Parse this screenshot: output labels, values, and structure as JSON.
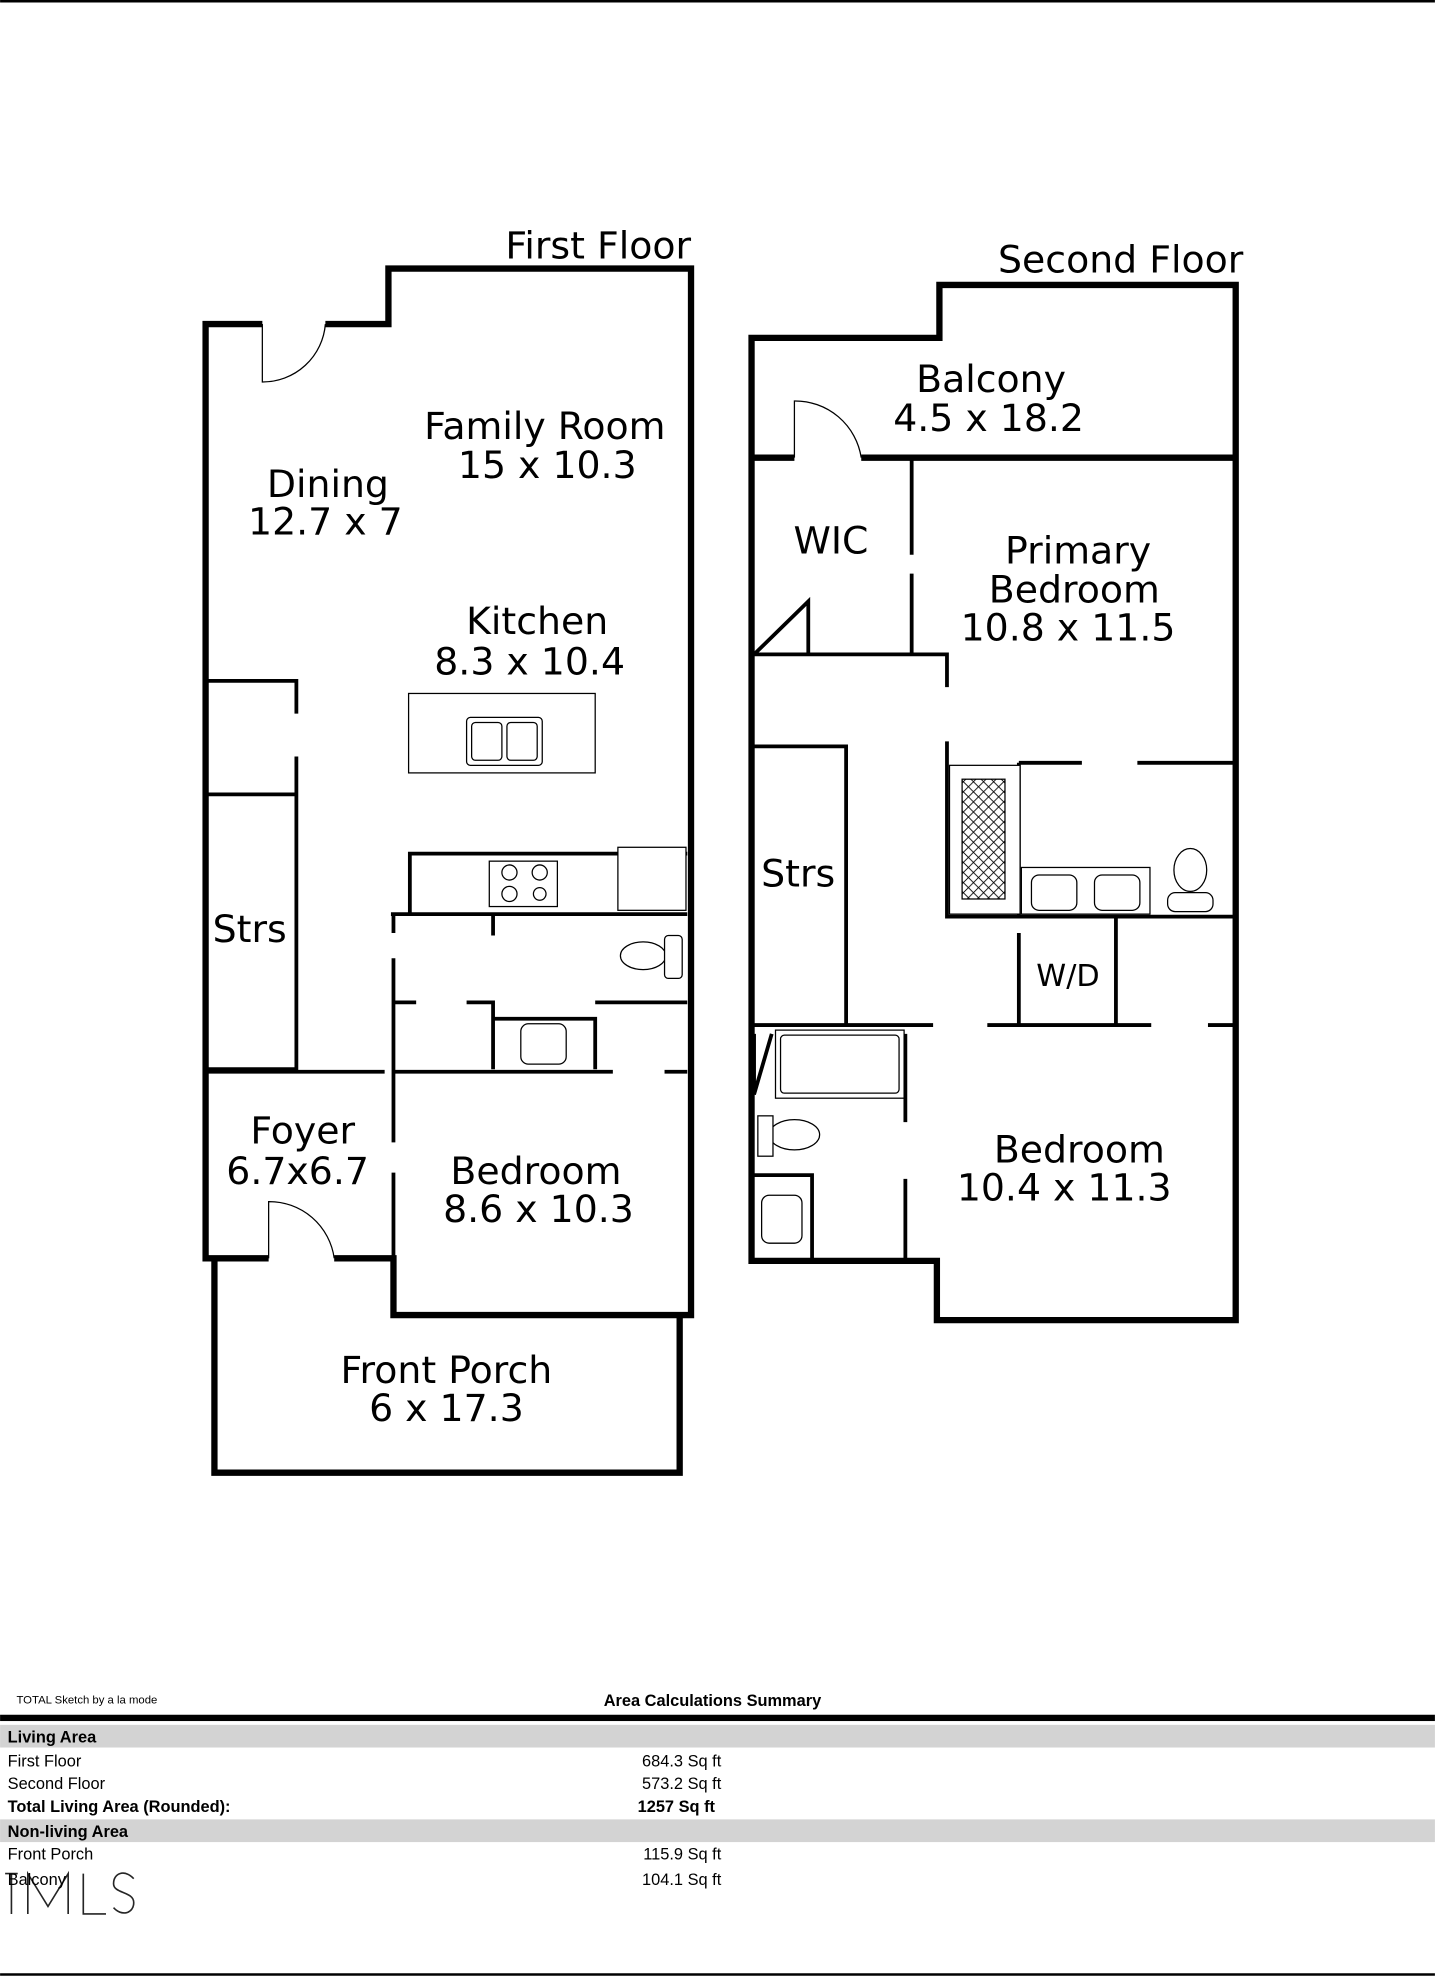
{
  "floors": {
    "first": {
      "title": "First Floor",
      "rooms": [
        {
          "name": "Family Room",
          "dims": "15 x 10.3"
        },
        {
          "name": "Dining",
          "dims": "12.7 x 7"
        },
        {
          "name": "Kitchen",
          "dims": "8.3 x 10.4"
        },
        {
          "name": "Strs"
        },
        {
          "name": "Foyer",
          "dims": "6.7x6.7"
        },
        {
          "name": "Bedroom",
          "dims": "8.6 x 10.3"
        },
        {
          "name": "Front Porch",
          "dims": "6 x 17.3"
        }
      ]
    },
    "second": {
      "title": "Second Floor",
      "rooms": [
        {
          "name": "Balcony",
          "dims": "4.5 x 18.2"
        },
        {
          "name": "WIC"
        },
        {
          "name": "Primary",
          "name2": "Bedroom",
          "dims": "10.8 x 11.5"
        },
        {
          "name": "Strs"
        },
        {
          "name": "W/D"
        },
        {
          "name": "Bedroom",
          "dims": "10.4 x 11.3"
        }
      ]
    }
  },
  "summary": {
    "software": "TOTAL Sketch by a la mode",
    "title": "Area Calculations Summary",
    "living_header": "Living Area",
    "living": [
      {
        "label": "First Floor",
        "value": "684.3 Sq ft"
      },
      {
        "label": "Second Floor",
        "value": "573.2 Sq ft"
      }
    ],
    "total_label": "Total Living Area (Rounded):",
    "total_value": "1257 Sq ft",
    "nonliving_header": "Non-living Area",
    "nonliving": [
      {
        "label": "Front Porch",
        "value": "115.9 Sq ft"
      },
      {
        "label": "Balcony",
        "value": "104.1 Sq ft"
      }
    ]
  },
  "watermark": "MLS"
}
